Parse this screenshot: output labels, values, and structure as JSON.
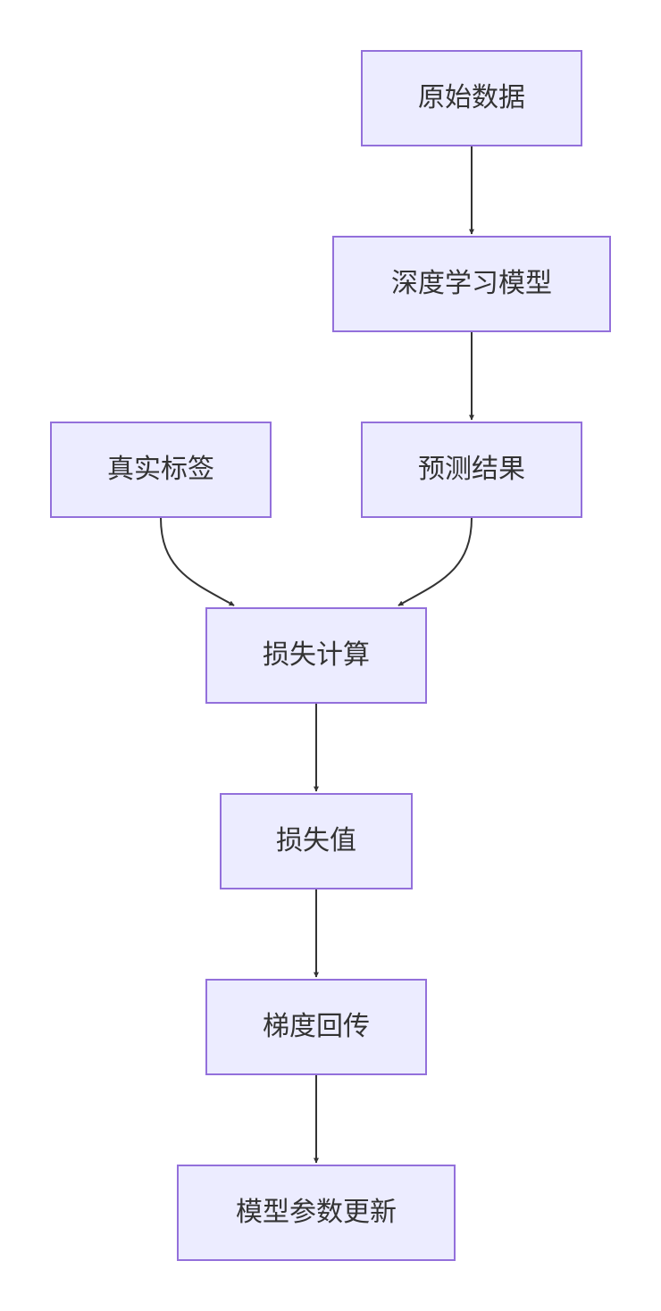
{
  "diagram": {
    "colors": {
      "node_fill": "#ececff",
      "node_border": "#9370db",
      "edge": "#333333",
      "text": "#333333"
    },
    "nodes": {
      "raw_data": "原始数据",
      "dl_model": "深度学习模型",
      "true_label": "真实标签",
      "prediction": "预测结果",
      "loss_calc": "损失计算",
      "loss_value": "损失值",
      "backprop": "梯度回传",
      "param_update": "模型参数更新"
    },
    "edges": [
      {
        "from": "raw_data",
        "to": "dl_model"
      },
      {
        "from": "dl_model",
        "to": "prediction"
      },
      {
        "from": "true_label",
        "to": "loss_calc"
      },
      {
        "from": "prediction",
        "to": "loss_calc"
      },
      {
        "from": "loss_calc",
        "to": "loss_value"
      },
      {
        "from": "loss_value",
        "to": "backprop"
      },
      {
        "from": "backprop",
        "to": "param_update"
      }
    ]
  }
}
